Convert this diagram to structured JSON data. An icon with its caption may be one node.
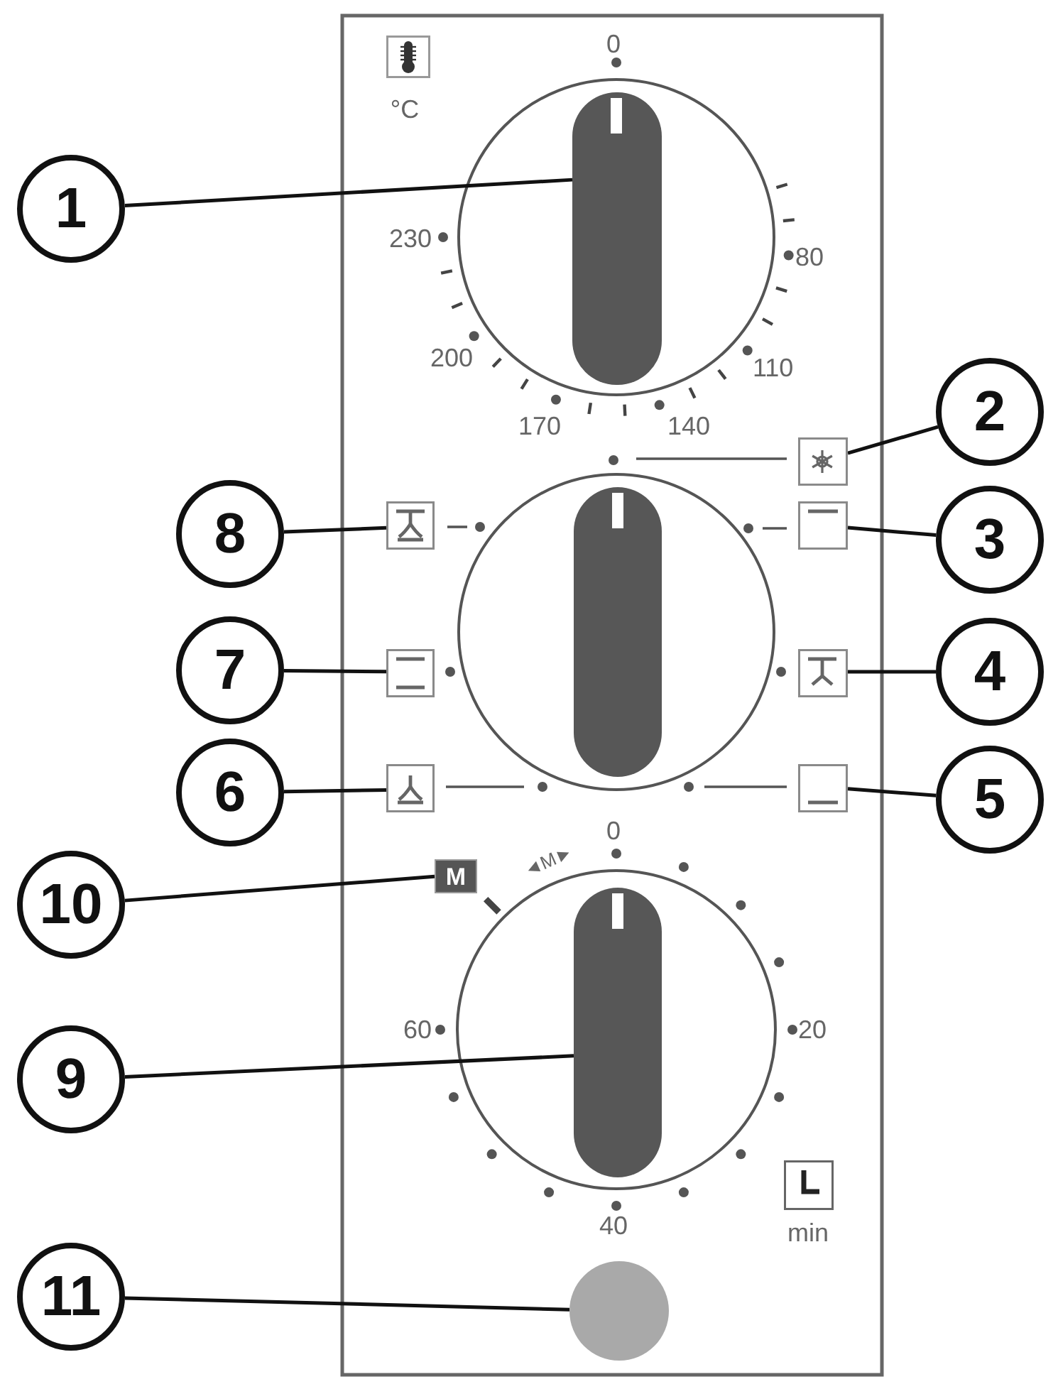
{
  "diagram": {
    "nodes": [
      {
        "text": [
          "1"
        ]
      },
      {
        "text": [],
        "shape": "bar"
      },
      {
        "text": [],
        "shape": "box"
      },
      {
        "text": [
          "2"
        ]
      },
      {
        "text": [
          "8"
        ]
      },
      {
        "text": [],
        "shape": "box"
      },
      {
        "text": [],
        "shape": "box"
      },
      {
        "text": [
          "3"
        ]
      },
      {
        "text": [],
        "shape": "bar"
      },
      {
        "text": [
          "7"
        ]
      },
      {
        "text": [],
        "shape": "box"
      },
      {
        "text": [],
        "shape": "box"
      },
      {
        "text": [
          "4"
        ]
      },
      {
        "text": [
          "6"
        ]
      },
      {
        "text": [],
        "shape": "box"
      },
      {
        "text": [],
        "shape": "box"
      },
      {
        "text": [
          "5"
        ]
      },
      {
        "text": [
          "10"
        ]
      },
      {
        "text": [
          "M"
        ]
      },
      {
        "text": [
          "9"
        ]
      },
      {
        "text": [],
        "shape": "bar"
      },
      {
        "text": [
          "11"
        ]
      },
      {
        "text": [],
        "shape": "circle"
      }
    ],
    "edges": [
      {
        "from": 0,
        "to": 1,
        "arrow": "none"
      },
      {
        "from": 3,
        "to": 2,
        "arrow": "none"
      },
      {
        "from": 4,
        "to": 5,
        "arrow": "none"
      },
      {
        "from": 7,
        "to": 6,
        "arrow": "none"
      },
      {
        "from": 9,
        "to": 10,
        "arrow": "none"
      },
      {
        "from": 12,
        "to": 11,
        "arrow": "none"
      },
      {
        "from": 13,
        "to": 14,
        "arrow": "none"
      },
      {
        "from": 16,
        "to": 15,
        "arrow": "none"
      },
      {
        "from": 17,
        "to": 18,
        "arrow": "none"
      },
      {
        "from": 19,
        "to": 20,
        "arrow": "none"
      },
      {
        "from": 21,
        "to": 22,
        "arrow": "none"
      }
    ],
    "labels": [
      "0",
      "°C",
      "230",
      "80",
      "200",
      "110",
      "170",
      "140",
      "0",
      "◄M►",
      "60",
      "20",
      "40",
      "min"
    ]
  }
}
